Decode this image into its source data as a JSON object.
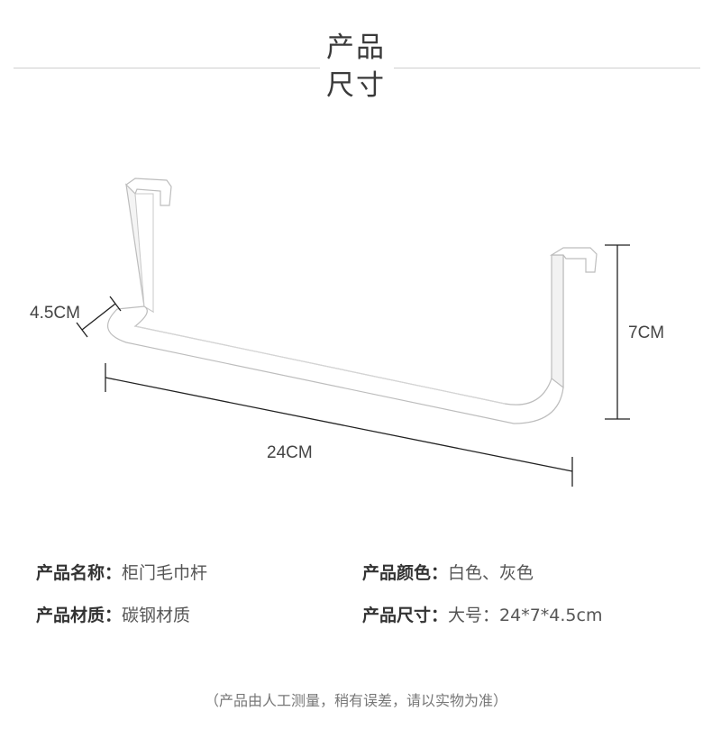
{
  "header": {
    "title_line1": "产品",
    "title_line2": "尺寸"
  },
  "dimensions": {
    "depth": "4.5CM",
    "height": "7CM",
    "length": "24CM"
  },
  "specs": {
    "name_key": "产品名称：",
    "name_val": "柜门毛巾杆",
    "color_key": "产品颜色：",
    "color_val": "白色、灰色",
    "material_key": "产品材质：",
    "material_val": "碳钢材质",
    "size_key": "产品尺寸：",
    "size_val": "大号：24*7*4.5cm"
  },
  "note": "（产品由人工测量，稍有误差，请以实物为准）",
  "colors": {
    "line": "#cfcfcf",
    "rack_fill": "#ffffff",
    "rack_edge": "#bdbdbd",
    "dim_line": "#222222"
  }
}
